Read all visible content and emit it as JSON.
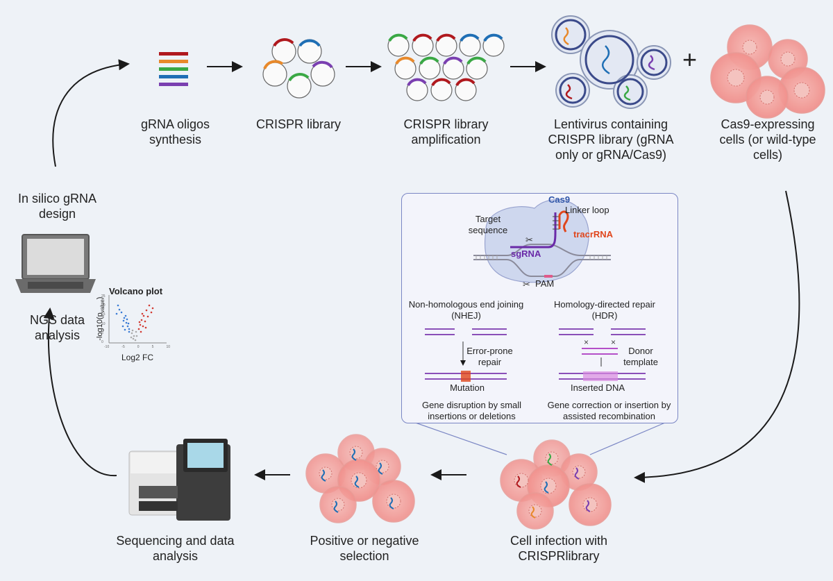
{
  "steps": {
    "oligos": "gRNA oligos synthesis",
    "library": "CRISPR library",
    "amplification": "CRISPR library amplification",
    "lentivirus": "Lentivirus containing CRISPR library (gRNA only or gRNA/Cas9)",
    "plus": "+",
    "cas9_cells": "Cas9-expressing cells (or wild-type cells)",
    "in_silico": "In silico gRNA design",
    "ngs": "NGS data analysis",
    "infection": "Cell infection with CRISPRlibrary",
    "selection": "Positive or negative selection",
    "sequencing": "Sequencing and data analysis"
  },
  "volcano": {
    "title": "Volcano plot",
    "ylabel": "-log10(p",
    "ylabel_sub": "value",
    "ylabel_end": ")",
    "xlabel": "Log2 FC",
    "xticks": [
      "-10",
      "-5",
      "0",
      "5",
      "10"
    ],
    "yticks": [
      "25",
      "20",
      "15",
      "10",
      "5",
      "0"
    ]
  },
  "inset": {
    "cas9": "Cas9",
    "linker": "Linker loop",
    "target": "Target sequence",
    "tracr": "tracrRNA",
    "sgrna": "sgRNA",
    "pam": "PAM",
    "nhej_title": "Non-homologous end joining (NHEJ)",
    "hdr_title": "Homology-directed repair (HDR)",
    "error_prone": "Error-prone repair",
    "donor": "Donor template",
    "mutation": "Mutation",
    "inserted": "Inserted DNA",
    "nhej_desc": "Gene disruption by small insertions or deletions",
    "hdr_desc": "Gene correction or insertion by assisted recombination"
  },
  "colors": {
    "plasmid_red": "#b0191e",
    "plasmid_blue": "#1f6fb5",
    "plasmid_orange": "#e8892b",
    "plasmid_green": "#3aa845",
    "plasmid_purple": "#7a3fb0",
    "cell": "#f2a7a3",
    "virus": "#3b4a8a",
    "accent_purple": "#6a2aa8",
    "tracr": "#e0461c"
  }
}
